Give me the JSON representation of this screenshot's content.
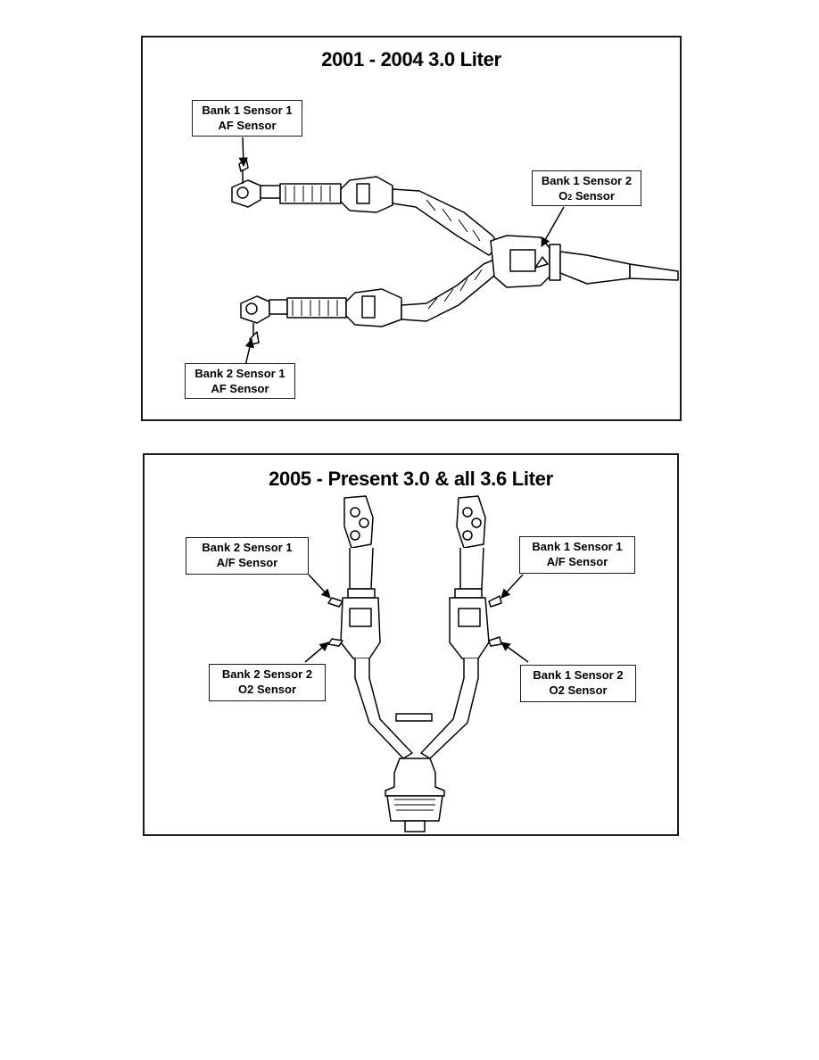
{
  "diagrams": [
    {
      "title": "2001 - 2004 3.0 Liter",
      "callouts": {
        "b1s1": {
          "line1": "Bank 1 Sensor 1",
          "line2": "AF Sensor"
        },
        "b1s2": {
          "line1": "Bank 1 Sensor 2",
          "line2_pre": "O",
          "line2_sub": "2",
          "line2_post": " Sensor"
        },
        "b2s1": {
          "line1": "Bank 2 Sensor 1",
          "line2": "AF Sensor"
        }
      }
    },
    {
      "title": "2005 - Present 3.0 & all 3.6 Liter",
      "callouts": {
        "b2s1": {
          "line1": "Bank 2 Sensor 1",
          "line2": "A/F Sensor"
        },
        "b1s1": {
          "line1": "Bank 1 Sensor 1",
          "line2": "A/F Sensor"
        },
        "b2s2": {
          "line1": "Bank 2 Sensor 2",
          "line2": "O2 Sensor"
        },
        "b1s2": {
          "line1": "Bank 1 Sensor 2",
          "line2": "O2 Sensor"
        }
      }
    }
  ]
}
